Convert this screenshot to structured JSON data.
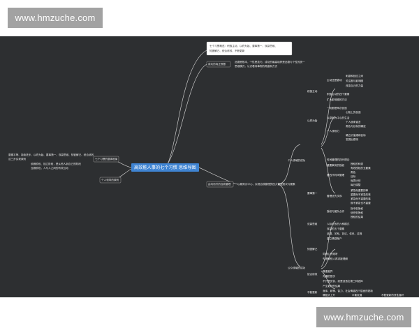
{
  "watermark": {
    "top": "www.hmzuche.com",
    "bottom": "www.hmzuche.com"
  },
  "map": {
    "root": "高效能人事的七个习惯 思维导图",
    "left": {
      "note_a": "要素平等、持续进步、以终为始、要事第一、双赢思维、知彼解己、统合综效",
      "note_b": "这三步实现原则",
      "branch1": "七个习惯的整体框架",
      "branch1_note1": "依赖阶段、独立阶段，是从他人到自己的阶段",
      "branch1_note2": "互赖阶段，人与人之间的有效互动",
      "branch2": "个人领导的原则"
    },
    "top": {
      "branch": "由内而外全面造就自己",
      "note_lines": [
        "七个习惯概述：积极主动、以终为始、要事第一、双赢思维、",
        "知彼解己、统合综效、不断更新"
      ],
      "branch_b": "成功的真正根基",
      "note_b1": "品德是根本，个性是技巧；成功的最高境界是品德与个性的统一",
      "note_b2": "思维模式，认识看待事物的角度和方式"
    },
    "right": {
      "hub1": "个人领域的成功",
      "hub2": "由内而外的自我管理",
      "hub3": "公众领域的成功",
      "hub4": "不断更新",
      "hub2_note": "以原则为中心，实现自我管理的四大管理层次与要素",
      "l1": "积极主动",
      "l1a": "主动还是被动",
      "l1a1": "刺激和回应之间",
      "l1a2": "关注圈与影响圈",
      "l1a3": "改变自己的力量",
      "l1b": "积极主动的四个要素",
      "l1c": "扩大影响圈的方法",
      "l2": "以终为始",
      "l2a": "一切都是两次创造",
      "l2a1": "心智上的创造",
      "l2b": "以原则为中心的生活",
      "l2b1": "个人使命宣言",
      "l2b2": "角色与目标的确定",
      "l2c": "个人领导力",
      "l2c1": "确立价值观和目标",
      "l2c2": "发展出原则",
      "l3": "要事第一",
      "l3a": "时间管理的四代理论",
      "l3b": "重要事务的授权",
      "l3b1": "授权的种类",
      "l3b2": "有效授权的五要素",
      "l3c": "第四代时间管理",
      "l3c1": "角色",
      "l3c2": "目标",
      "l3c3": "每周计划",
      "l3c4": "每日调整",
      "l3d": "管理优先次序",
      "l3d1": "紧急而重要的事",
      "l3d2": "重要而不紧急的事",
      "l3d3": "紧急而不重要的事",
      "l3d4": "既不紧急也不重要",
      "l3e": "授权与团队合作",
      "l3e1": "指令型授权",
      "l3e2": "信任型授权",
      "l3e3": "授权的结果",
      "m1": "双赢思维",
      "m1a": "人际关系的六种模式",
      "m1b": "双赢的五个要素",
      "m1c": "品德、关系、协议、体系、过程",
      "m1d": "建立情感账户",
      "m2": "知彼解己",
      "m2a": "同理心的倾听",
      "m2b": "先理解别人再求被理解",
      "m3": "统合综效",
      "m3a": "尊重差异",
      "m3b": "沟通的层次",
      "m3c": "不只是妥协，而是创造出第三种选择",
      "m3d": "产生更好的结果",
      "r1": "身体、精神、智力、社会情感四个层面的更新",
      "r2": "螺旋式上升",
      "r3": "平衡发展",
      "r4": "不断更新的良性循环"
    }
  }
}
